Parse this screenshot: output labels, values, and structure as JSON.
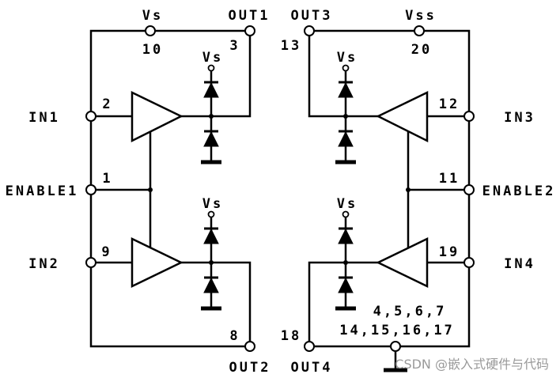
{
  "colors": {
    "line": "#000000",
    "background": "#ffffff",
    "watermark": "#9a9a9a"
  },
  "pins": {
    "top": [
      {
        "name": "Vs",
        "number": "10"
      },
      {
        "name": "OUT1",
        "number": "3"
      },
      {
        "name": "OUT3",
        "number": "13"
      },
      {
        "name": "Vss",
        "number": "20"
      }
    ],
    "left": [
      {
        "name": "IN1",
        "number": "2"
      },
      {
        "name": "ENABLE1",
        "number": "1"
      },
      {
        "name": "IN2",
        "number": "9"
      }
    ],
    "right": [
      {
        "name": "IN3",
        "number": "12"
      },
      {
        "name": "ENABLE2",
        "number": "11"
      },
      {
        "name": "IN4",
        "number": "19"
      }
    ],
    "bottom": [
      {
        "name": "OUT2",
        "number": "8"
      },
      {
        "name": "OUT4",
        "number": "18"
      }
    ]
  },
  "ground_pin_numbers": [
    "4,5,6,7",
    "14,15,16,17"
  ],
  "supply_labels": [
    "Vs",
    "Vs",
    "Vs",
    "Vs"
  ],
  "watermark": "CSDN @嵌入式硬件与代码"
}
